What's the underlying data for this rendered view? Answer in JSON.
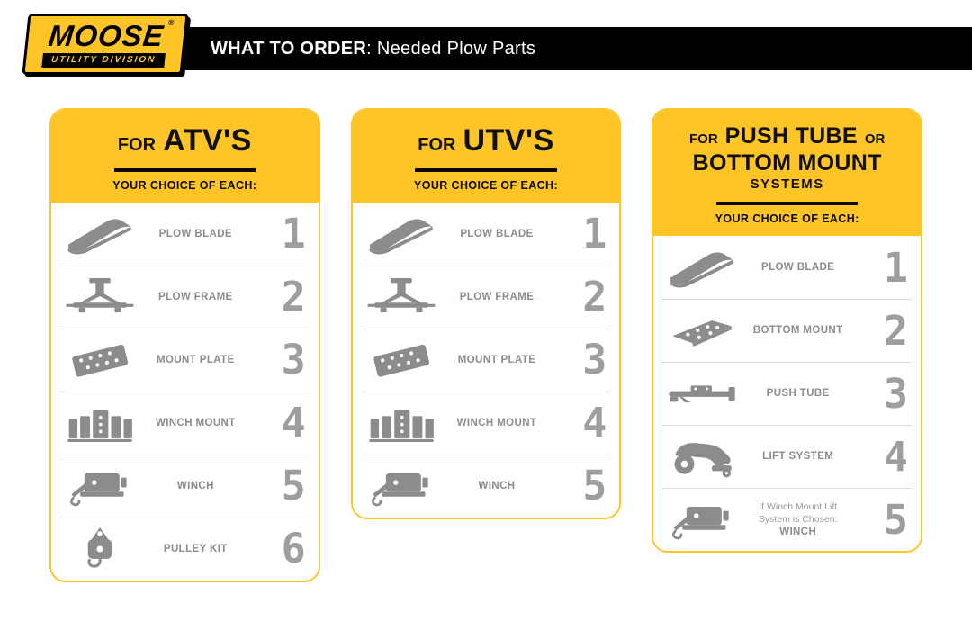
{
  "header": {
    "logo": {
      "brand": "MOOSE",
      "registered": "®",
      "subtitle": "UTILITY DIVISION"
    },
    "title_strong": "WHAT TO ORDER",
    "title_normal": ": Needed Plow Parts"
  },
  "colors": {
    "brand_yellow": "#FFC425",
    "bar_black": "#000000",
    "icon_gray": "#8C8C8C",
    "number_gray": "#9E9E9E"
  },
  "cards": [
    {
      "name": "for-atvs",
      "title_lines": [
        [
          {
            "text": "FOR",
            "size": "sm"
          },
          {
            "text": "ATV'S",
            "size": "lg"
          }
        ]
      ],
      "subtitle": "YOUR CHOICE OF EACH:",
      "items": [
        {
          "icon": "plow-blade",
          "label_lines": [
            {
              "text": "PLOW BLADE",
              "kind": "main"
            }
          ],
          "number": "1"
        },
        {
          "icon": "plow-frame",
          "label_lines": [
            {
              "text": "PLOW FRAME",
              "kind": "main"
            }
          ],
          "number": "2"
        },
        {
          "icon": "mount-plate",
          "label_lines": [
            {
              "text": "MOUNT PLATE",
              "kind": "main"
            }
          ],
          "number": "3"
        },
        {
          "icon": "winch-mount",
          "label_lines": [
            {
              "text": "WINCH MOUNT",
              "kind": "main"
            }
          ],
          "number": "4"
        },
        {
          "icon": "winch",
          "label_lines": [
            {
              "text": "WINCH",
              "kind": "main"
            }
          ],
          "number": "5"
        },
        {
          "icon": "pulley-kit",
          "label_lines": [
            {
              "text": "PULLEY KIT",
              "kind": "main"
            }
          ],
          "number": "6"
        }
      ]
    },
    {
      "name": "for-utvs",
      "title_lines": [
        [
          {
            "text": "FOR",
            "size": "sm"
          },
          {
            "text": "UTV'S",
            "size": "lg"
          }
        ]
      ],
      "subtitle": "YOUR CHOICE OF EACH:",
      "items": [
        {
          "icon": "plow-blade",
          "label_lines": [
            {
              "text": "PLOW BLADE",
              "kind": "main"
            }
          ],
          "number": "1"
        },
        {
          "icon": "plow-frame",
          "label_lines": [
            {
              "text": "PLOW FRAME",
              "kind": "main"
            }
          ],
          "number": "2"
        },
        {
          "icon": "mount-plate",
          "label_lines": [
            {
              "text": "MOUNT PLATE",
              "kind": "main"
            }
          ],
          "number": "3"
        },
        {
          "icon": "winch-mount",
          "label_lines": [
            {
              "text": "WINCH MOUNT",
              "kind": "main"
            }
          ],
          "number": "4"
        },
        {
          "icon": "winch",
          "label_lines": [
            {
              "text": "WINCH",
              "kind": "main"
            }
          ],
          "number": "5"
        }
      ]
    },
    {
      "name": "for-push-tube-or-bottom-mount",
      "title_lines": [
        [
          {
            "text": "FOR",
            "size": "xs"
          },
          {
            "text": "PUSH TUBE",
            "size": "md"
          },
          {
            "text": "OR",
            "size": "xs"
          }
        ],
        [
          {
            "text": "BOTTOM MOUNT",
            "size": "md"
          }
        ],
        [
          {
            "text": "SYSTEMS",
            "size": "caps"
          }
        ]
      ],
      "subtitle": "YOUR CHOICE OF EACH:",
      "items": [
        {
          "icon": "plow-blade",
          "label_lines": [
            {
              "text": "PLOW BLADE",
              "kind": "main"
            }
          ],
          "number": "1"
        },
        {
          "icon": "bottom-mount",
          "label_lines": [
            {
              "text": "BOTTOM MOUNT",
              "kind": "main"
            }
          ],
          "number": "2"
        },
        {
          "icon": "push-tube",
          "label_lines": [
            {
              "text": "PUSH TUBE",
              "kind": "main"
            }
          ],
          "number": "3"
        },
        {
          "icon": "lift-system",
          "label_lines": [
            {
              "text": "LIFT SYSTEM",
              "kind": "main"
            }
          ],
          "number": "4"
        },
        {
          "icon": "winch",
          "label_lines": [
            {
              "text": "If Winch Mount Lift",
              "kind": "note"
            },
            {
              "text": "System is Chosen:",
              "kind": "note"
            },
            {
              "text": "WINCH",
              "kind": "main"
            }
          ],
          "number": "5"
        }
      ]
    }
  ]
}
